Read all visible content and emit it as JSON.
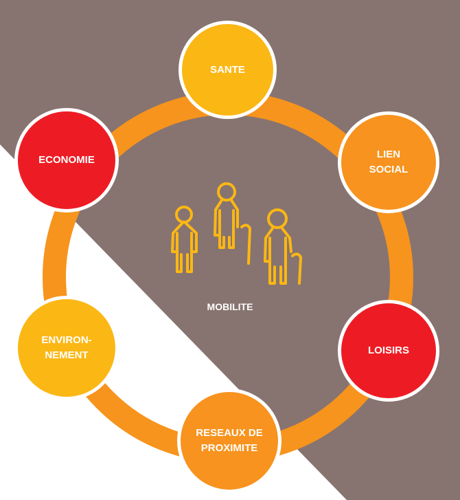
{
  "diagram": {
    "center_label": "MOBILITE",
    "center_icon": "elderly-people-icon",
    "nodes": [
      {
        "id": "sante",
        "label": "SANTE",
        "color": "#fbb714"
      },
      {
        "id": "lien-social",
        "label": "LIEN\nSOCIAL",
        "color": "#f7931e"
      },
      {
        "id": "loisirs",
        "label": "LOISIRS",
        "color": "#ed1c24"
      },
      {
        "id": "reseaux",
        "label": "RESEAUX DE\nPROXIMITE",
        "color": "#f7931e"
      },
      {
        "id": "environnement",
        "label": "ENVIRON-\nNEMENT",
        "color": "#fbb714"
      },
      {
        "id": "economie",
        "label": "ECONOMIE",
        "color": "#ed1c24"
      }
    ]
  },
  "colors": {
    "background_dark": "#877470",
    "background_light": "#ffffff",
    "ring": "#f7941d",
    "icon": "#fbb714"
  }
}
